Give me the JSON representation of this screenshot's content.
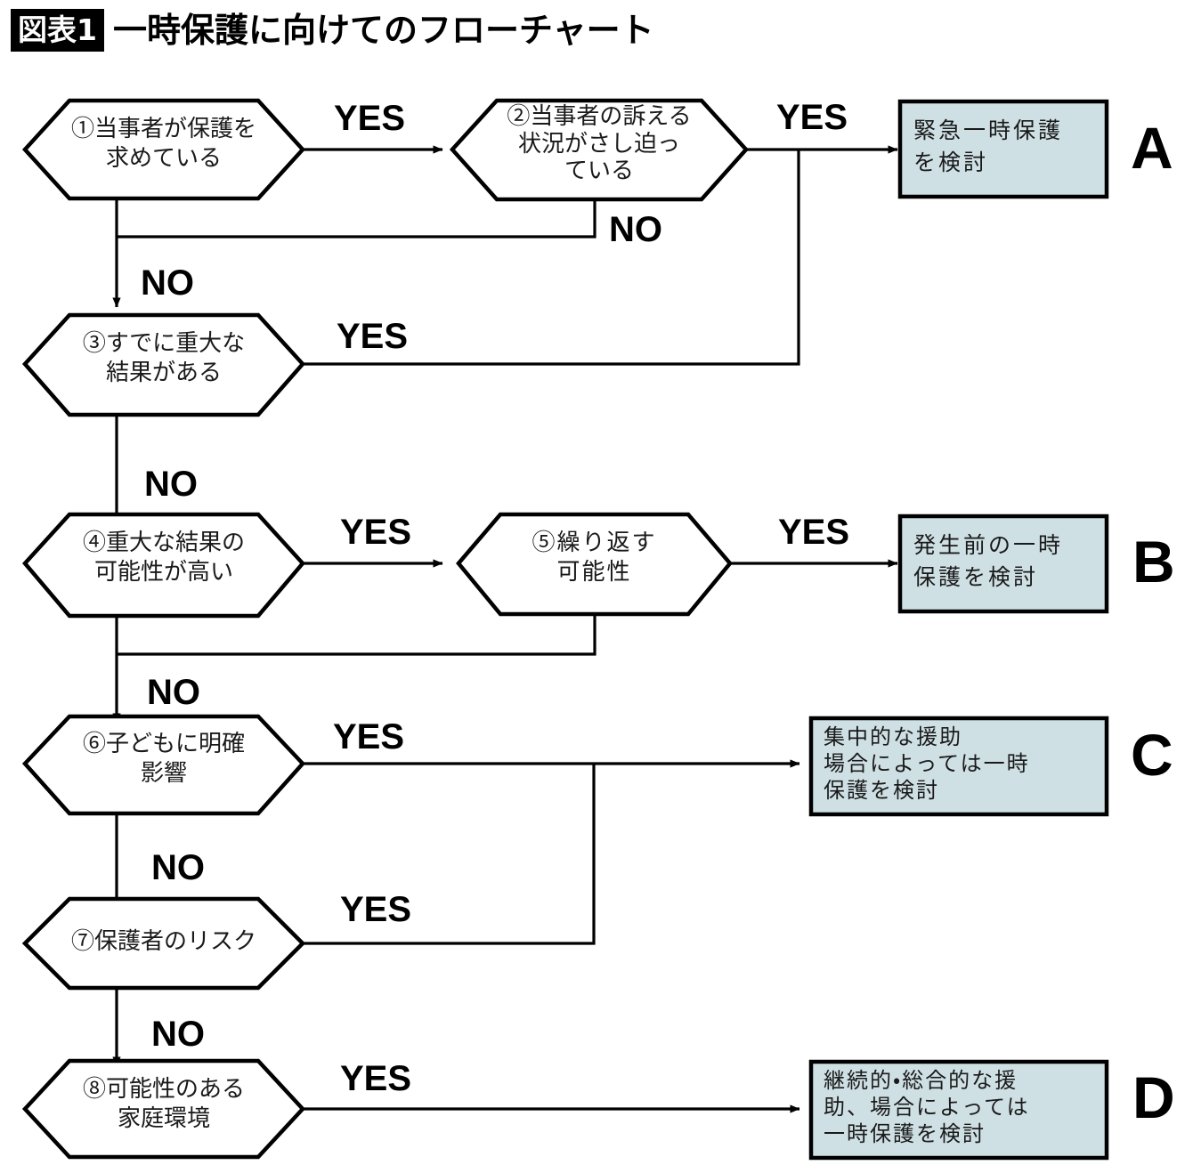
{
  "title": {
    "badge": "図表1",
    "text": "一時保護に向けてのフローチャート"
  },
  "colors": {
    "outcome_fill": "#cfe0e5",
    "stroke": "#000000",
    "node_text": "#1a1a1a",
    "background": "#ffffff"
  },
  "chart_data": {
    "type": "diagram",
    "diagram_kind": "flowchart",
    "title": "一時保護に向けてのフローチャート",
    "decisions": [
      {
        "id": "1",
        "marker": "①",
        "lines": [
          "①当事者が保護を",
          "求めている"
        ],
        "yes": "2",
        "no": "3"
      },
      {
        "id": "2",
        "marker": "②",
        "lines": [
          "②当事者の訴える",
          "状況がさし迫っ",
          "ている"
        ],
        "yes": "A",
        "no": "3"
      },
      {
        "id": "3",
        "marker": "③",
        "lines": [
          "③すでに重大な",
          "結果がある"
        ],
        "yes": "A",
        "no": "4"
      },
      {
        "id": "4",
        "marker": "④",
        "lines": [
          "④重大な結果の",
          "可能性が高い"
        ],
        "yes": "5",
        "no": "6"
      },
      {
        "id": "5",
        "marker": "⑤",
        "lines": [
          "⑤繰り返す",
          "可能性"
        ],
        "yes": "B",
        "no": "6"
      },
      {
        "id": "6",
        "marker": "⑥",
        "lines": [
          "⑥子どもに明確",
          "影響"
        ],
        "yes": "C",
        "no": "7"
      },
      {
        "id": "7",
        "marker": "⑦",
        "lines": [
          "⑦保護者のリスク"
        ],
        "yes": "C",
        "no": "8"
      },
      {
        "id": "8",
        "marker": "⑧",
        "lines": [
          "⑧可能性のある",
          "家庭環境"
        ],
        "yes": "D",
        "no": null
      }
    ],
    "outcomes": [
      {
        "id": "A",
        "letter": "A",
        "lines": [
          "緊急一時保護",
          "を検討"
        ]
      },
      {
        "id": "B",
        "letter": "B",
        "lines": [
          "発生前の一時",
          "保護を検討"
        ]
      },
      {
        "id": "C",
        "letter": "C",
        "lines": [
          "集中的な援助",
          "場合によっては一時",
          "保護を検討"
        ]
      },
      {
        "id": "D",
        "letter": "D",
        "lines": [
          "継続的・総合的な援",
          "助、場合によっては",
          "一時保護を検討"
        ]
      }
    ],
    "edge_labels": {
      "yes": "YES",
      "no": "NO"
    }
  },
  "nodes": {
    "n1": {
      "line1": "①当事者が保護を",
      "line2": "求めている"
    },
    "n2": {
      "line1": "②当事者の訴える",
      "line2": "状況がさし迫っ",
      "line3": "ている"
    },
    "n3": {
      "line1": "③すでに重大な",
      "line2": "結果がある"
    },
    "n4": {
      "line1": "④重大な結果の",
      "line2": "可能性が高い"
    },
    "n5": {
      "line1": "⑤繰り返す",
      "line2": "可能性"
    },
    "n6": {
      "line1": "⑥子どもに明確",
      "line2": "影響"
    },
    "n7": {
      "line1": "⑦保護者のリスク"
    },
    "n8": {
      "line1": "⑧可能性のある",
      "line2": "家庭環境"
    }
  },
  "boxes": {
    "A": {
      "line1": "緊急一時保護",
      "line2": "を検討",
      "letter": "A"
    },
    "B": {
      "line1": "発生前の一時",
      "line2": "保護を検討",
      "letter": "B"
    },
    "C": {
      "line1": "集中的な援助",
      "line2": "場合によっては一時",
      "line3": "保護を検討",
      "letter": "C"
    },
    "D": {
      "line1": "継続的・総合的な援",
      "line2": "助、場合によっては",
      "line3": "一時保護を検討",
      "letter": "D"
    }
  },
  "labels": {
    "yes1": "YES",
    "yes2": "YES",
    "yes3": "YES",
    "yes4": "YES",
    "yes5": "YES",
    "yes6": "YES",
    "yes7": "YES",
    "yes8": "YES",
    "no2": "NO",
    "no1": "NO",
    "no3": "NO",
    "no4": "NO",
    "no6": "NO",
    "no7": "NO"
  }
}
